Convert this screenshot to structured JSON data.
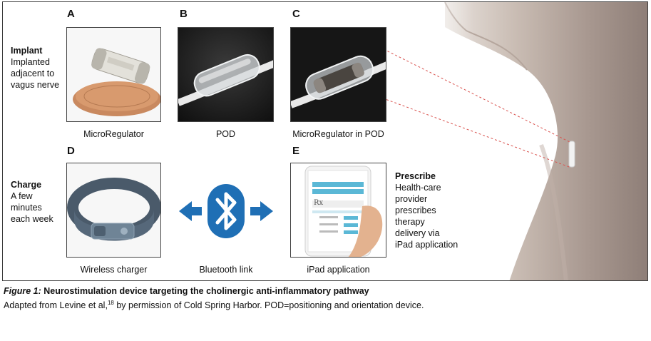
{
  "panels": {
    "A": {
      "letter": "A",
      "caption": "MicroRegulator"
    },
    "B": {
      "letter": "B",
      "caption": "POD"
    },
    "C": {
      "letter": "C",
      "caption": "MicroRegulator in POD"
    },
    "D": {
      "letter": "D",
      "caption": "Wireless charger"
    },
    "E": {
      "letter": "E",
      "caption": "iPad application"
    },
    "bluetooth": {
      "caption": "Bluetooth link"
    }
  },
  "implant": {
    "title": "Implant",
    "lines": [
      "Implanted",
      "adjacent to",
      "vagus nerve"
    ]
  },
  "charge": {
    "title": "Charge",
    "lines": [
      "A few",
      "minutes",
      "each week"
    ]
  },
  "prescribe": {
    "title": "Prescribe",
    "lines": [
      "Health-care",
      "provider",
      "prescribes",
      "therapy",
      "delivery via",
      "iPad application"
    ]
  },
  "ipad_screen": {
    "rx": "Rx"
  },
  "figure": {
    "label": "Figure 1:",
    "title": "Neurostimulation device targeting the cholinergic anti-inflammatory pathway",
    "note_before": "Adapted from Levine et al,",
    "note_ref": "18",
    "note_after": " by permission of Cold Spring Harbor. POD=positioning and orientation device."
  },
  "colors": {
    "bluetooth_blue": "#1f6fb5",
    "arrow_blue": "#1f6fb5",
    "dashed_red": "#d9534f",
    "ipad_teal": "#5bb8d6"
  }
}
